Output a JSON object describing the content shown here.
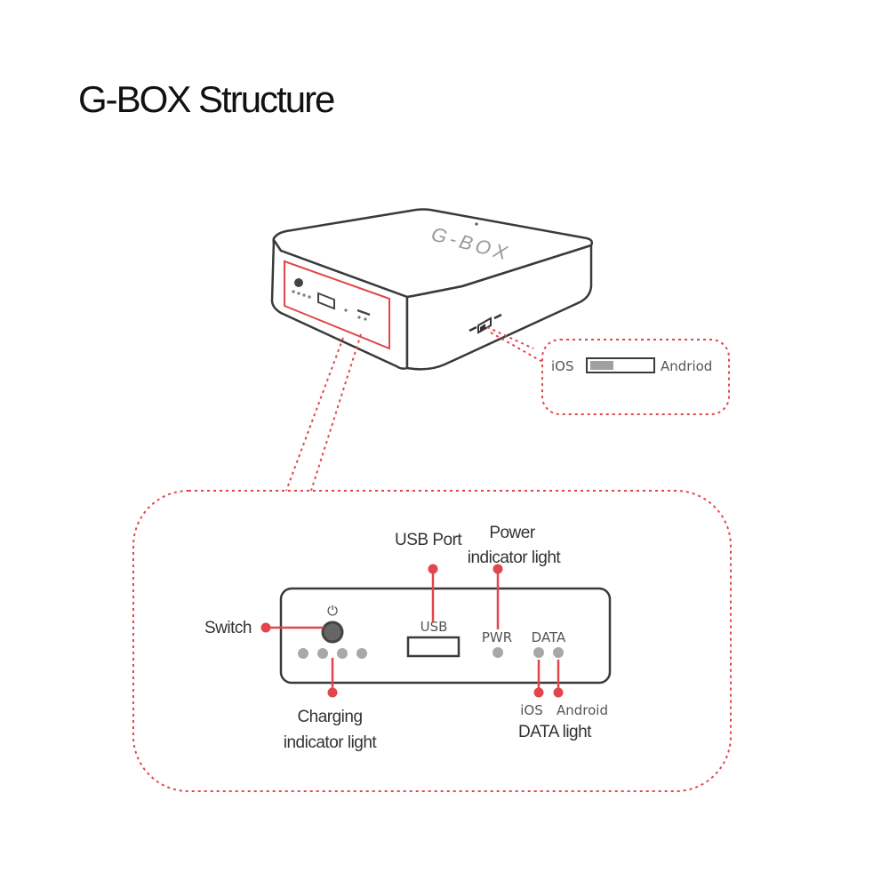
{
  "title": "G-BOX Structure",
  "device": {
    "logo_text": "G-BOX",
    "switch_panel": {
      "left_label": "iOS",
      "right_label": "Andriod"
    }
  },
  "panel": {
    "port_usb_label": "USB",
    "port_pwr_label": "PWR",
    "port_data_label": "DATA",
    "power_symbol": "⏻"
  },
  "callouts": {
    "switch": "Switch",
    "usb_port": "USB Port",
    "power_indicator": [
      "Power",
      "indicator light"
    ],
    "charging_indicator": [
      "Charging",
      "indicator light"
    ],
    "data_light": {
      "ios": "iOS",
      "android": "Android",
      "caption": "DATA light"
    }
  },
  "colors": {
    "accent": "#e0474c",
    "outline": "#3a3a3a",
    "led": "#a8a8a8"
  }
}
